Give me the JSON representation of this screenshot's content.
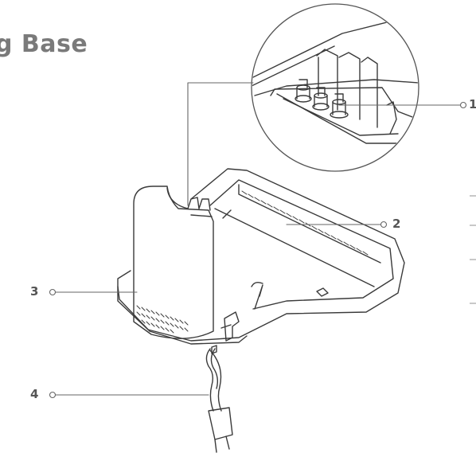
{
  "title": "g Base",
  "callouts": [
    {
      "label": "1",
      "part": "charging-contacts"
    },
    {
      "label": "2",
      "part": "mop-tray"
    },
    {
      "label": "3",
      "part": "air-vent"
    },
    {
      "label": "4",
      "part": "power-cord"
    }
  ],
  "colors": {
    "line": "#3a3a3a",
    "leader": "#666666",
    "title": "#7a7a7a",
    "label": "#555555"
  }
}
